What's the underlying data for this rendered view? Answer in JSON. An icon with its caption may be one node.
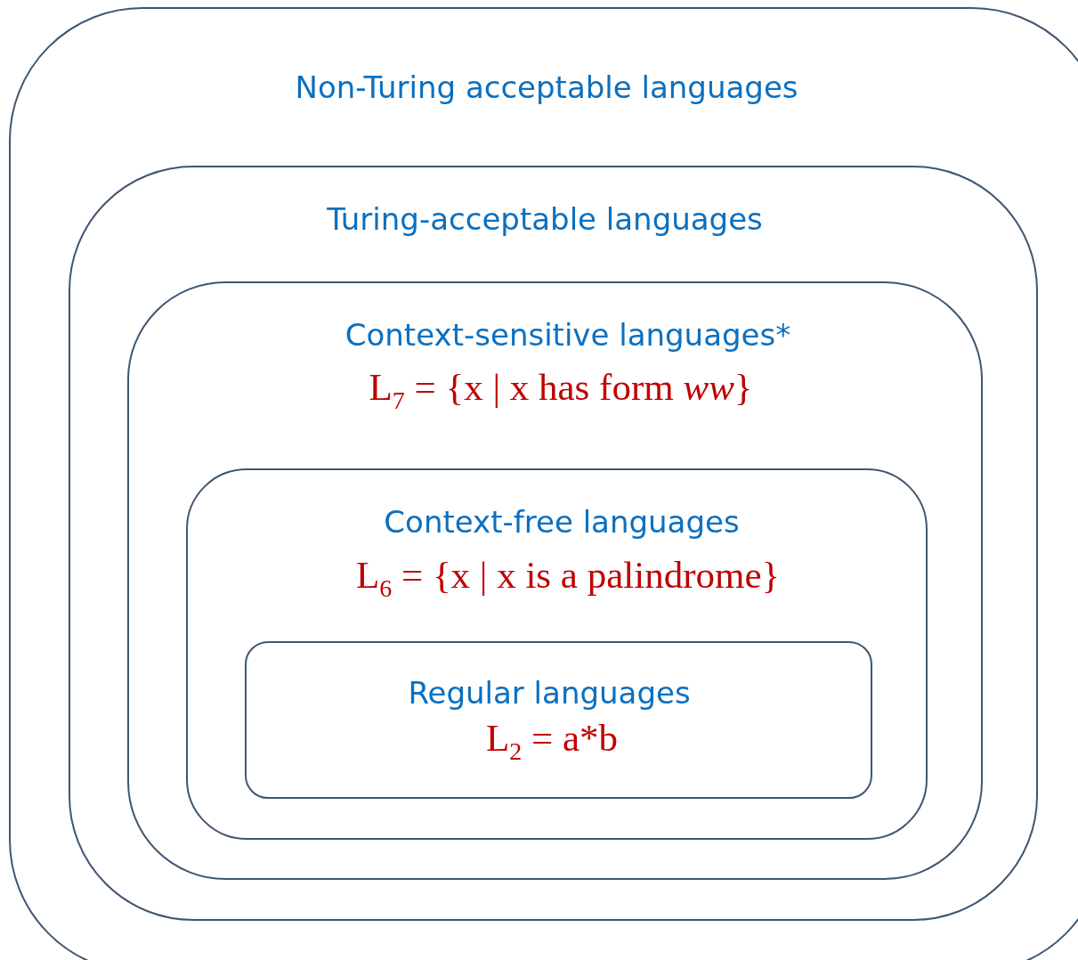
{
  "diagram": {
    "nodes": [
      {
        "text": [
          "Non-Turing acceptable languages"
        ]
      },
      {
        "text": [
          "Turing-acceptable languages"
        ],
        "in": 0
      },
      {
        "text": [
          "Context-sensitive languages*",
          "L$_{7}$ = {x | x has form *ww*}"
        ],
        "in": 1
      },
      {
        "text": [
          "Context-free languages",
          "L$_{6}$ = {x | x is a palindrome}"
        ],
        "in": 2
      },
      {
        "text": [
          "Regular languages",
          "L$_{2}$ = a*b"
        ],
        "in": 3
      }
    ]
  }
}
